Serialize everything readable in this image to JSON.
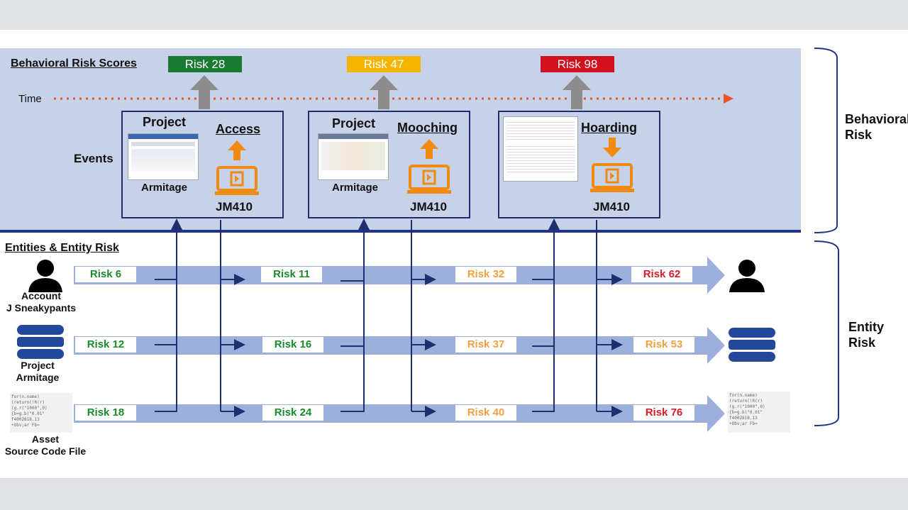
{
  "behavioral": {
    "title": "Behavioral Risk Scores",
    "time_label": "Time",
    "events_label": "Events",
    "scores": [
      {
        "label": "Risk 28",
        "color": "#1a7a33"
      },
      {
        "label": "Risk 47",
        "color": "#f4b400"
      },
      {
        "label": "Risk 98",
        "color": "#d0101c"
      }
    ],
    "events": [
      {
        "project": "Project",
        "action": "Access",
        "project_name": "Armitage",
        "host": "JM410",
        "direction": "up"
      },
      {
        "project": "Project",
        "action": "Mooching",
        "project_name": "Armitage",
        "host": "JM410",
        "direction": "up"
      },
      {
        "project": "",
        "action": "Hoarding",
        "project_name": "",
        "host": "JM410",
        "direction": "down"
      }
    ]
  },
  "entities": {
    "title": "Entities & Entity Risk",
    "lanes": [
      {
        "label_line1": "Account",
        "label_line2": "J Sneakypants",
        "icon": "person-icon",
        "risks": [
          {
            "label": "Risk 6",
            "color": "#1a8a2a"
          },
          {
            "label": "Risk 11",
            "color": "#1a8a2a"
          },
          {
            "label": "Risk 32",
            "color": "#f0a040"
          },
          {
            "label": "Risk 62",
            "color": "#d81c28"
          }
        ]
      },
      {
        "label_line1": "Project",
        "label_line2": "Armitage",
        "icon": "database-icon",
        "risks": [
          {
            "label": "Risk 12",
            "color": "#1a8a2a"
          },
          {
            "label": "Risk 16",
            "color": "#1a8a2a"
          },
          {
            "label": "Risk 37",
            "color": "#f0a040"
          },
          {
            "label": "Risk 53",
            "color": "#f0a040"
          }
        ]
      },
      {
        "label_line1": "Asset",
        "label_line2": "Source Code File",
        "icon": "code-file-icon",
        "risks": [
          {
            "label": "Risk 18",
            "color": "#1a8a2a"
          },
          {
            "label": "Risk 24",
            "color": "#1a8a2a"
          },
          {
            "label": "Risk 40",
            "color": "#f0a040"
          },
          {
            "label": "Risk 76",
            "color": "#d81c28"
          }
        ]
      }
    ]
  },
  "side_labels": {
    "behavioral_line1": "Behavioral",
    "behavioral_line2": "Risk",
    "entity_line1": "Entity",
    "entity_line2": "Risk"
  },
  "colors": {
    "panel_bg": "#c7d1e8",
    "divider": "#23338a",
    "lane_arrow": "#9db0db",
    "gray_arrow": "#8c8c8c",
    "time_arrow": "#e8542a",
    "laptop_orange": "#f08a10"
  }
}
